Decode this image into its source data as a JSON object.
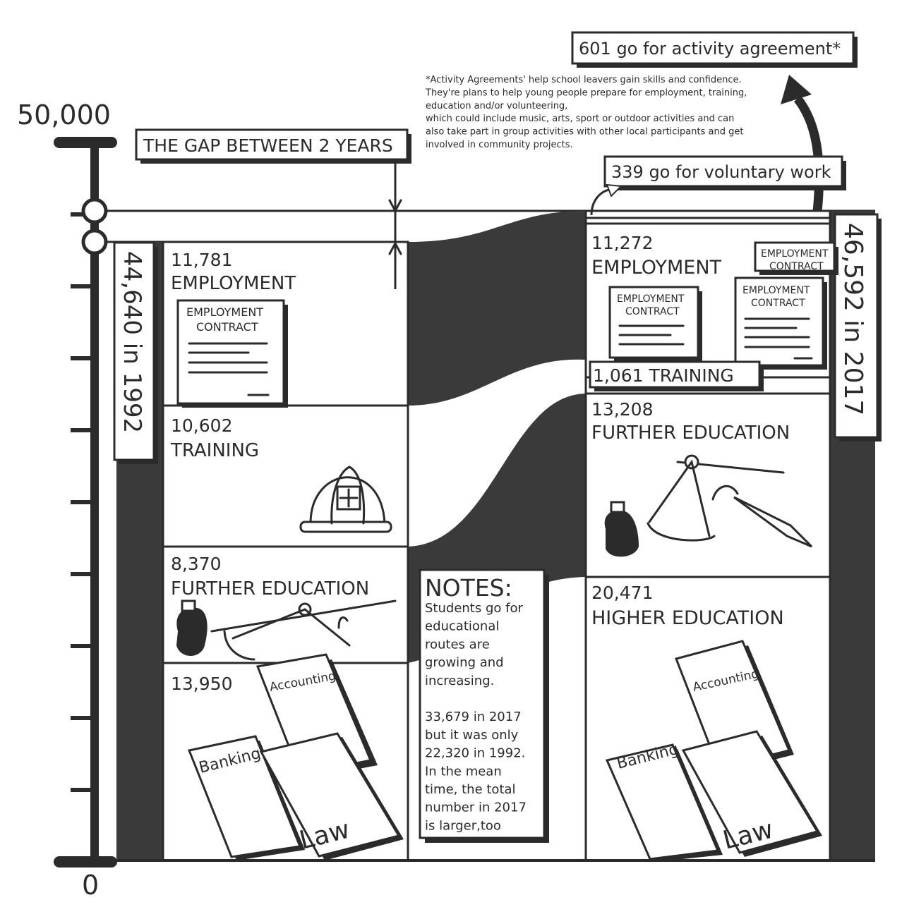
{
  "axis": {
    "max_label": "50,000",
    "min_label": "0"
  },
  "gap_label": "THE GAP BETWEEN 2 YEARS",
  "activity_label": "601 go for activity agreement*",
  "voluntary_label": "339 go for voluntary work",
  "footnote": [
    "*Activity Agreements' help school leavers gain skills and confidence.",
    "They're plans to help young people prepare for employment, training,",
    "education and/or volunteering,",
    "which could include music, arts, sport or outdoor activities and can",
    "also take part in group activities with other local participants and get",
    "involved in community projects."
  ],
  "total_1992_label": "44,640 in 1992",
  "total_2017_label": "46,592 in 2017",
  "notes": {
    "title": "NOTES:",
    "lines": [
      "Students go for",
      "educational",
      "routes are",
      "growing and",
      "increasing.",
      "",
      "33,679 in 2017",
      "but it was only",
      "22,320 in 1992.",
      "In the mean",
      "time, the total",
      "number in 2017",
      "is larger,too"
    ]
  },
  "icons": {
    "contract_text": [
      "EMPLOYMENT",
      "CONTRACT"
    ],
    "book1": "Accounting",
    "book2": "Banking",
    "book3": "Law"
  },
  "colors": {
    "ink": "#2b2b2b",
    "dark_fill": "#3a3a3a",
    "paper": "#ffffff"
  },
  "chart_data": {
    "type": "bar",
    "title": "",
    "ylim": [
      0,
      50000
    ],
    "categories": [
      "1992",
      "2017"
    ],
    "series": [
      {
        "name": "HIGHER EDUCATION",
        "values": [
          13950,
          20471
        ]
      },
      {
        "name": "FURTHER EDUCATION",
        "values": [
          8370,
          13208
        ]
      },
      {
        "name": "TRAINING",
        "values": [
          10602,
          1061
        ]
      },
      {
        "name": "EMPLOYMENT",
        "values": [
          11781,
          11272
        ]
      },
      {
        "name": "voluntary work",
        "values": [
          0,
          339
        ]
      },
      {
        "name": "activity agreement",
        "values": [
          0,
          601
        ]
      }
    ],
    "totals": [
      44640,
      46592
    ],
    "segment_labels": {
      "1992": [
        {
          "value": "13,950",
          "name": ""
        },
        {
          "value": "8,370",
          "name": "FURTHER EDUCATION"
        },
        {
          "value": "10,602",
          "name": "TRAINING"
        },
        {
          "value": "11,781",
          "name": "EMPLOYMENT"
        }
      ],
      "2017": [
        {
          "value": "20,471",
          "name": "HIGHER EDUCATION"
        },
        {
          "value": "13,208",
          "name": "FURTHER EDUCATION"
        },
        {
          "value": "1,061",
          "name": "TRAINING"
        },
        {
          "value": "11,272",
          "name": "EMPLOYMENT"
        }
      ]
    }
  }
}
